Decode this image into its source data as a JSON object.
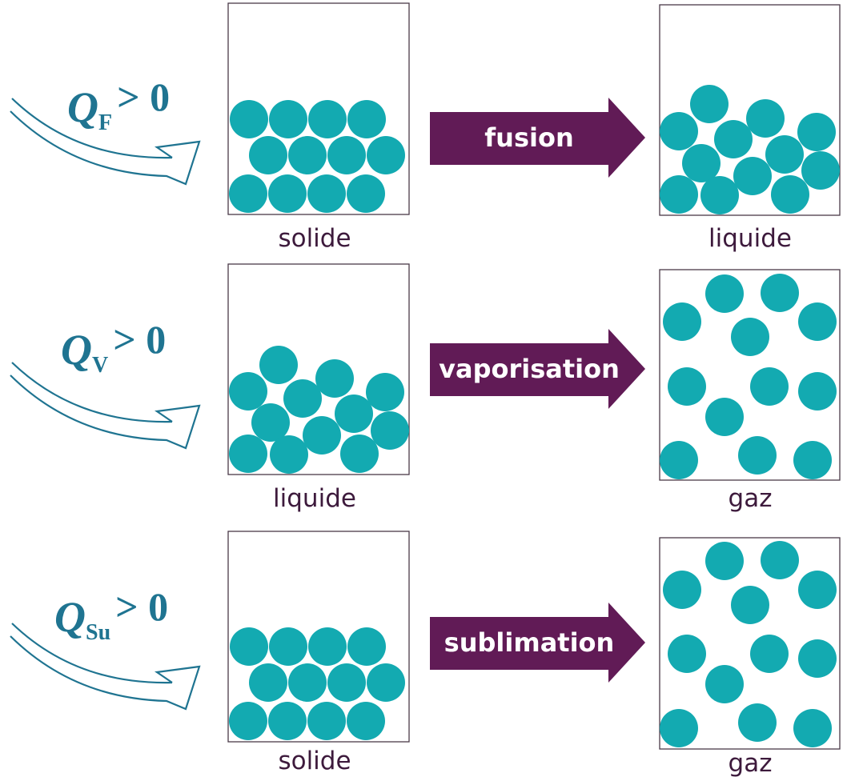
{
  "rows": [
    {
      "heat": {
        "symbol": "Q",
        "subscript": "F",
        "relation": "> 0"
      },
      "process": "fusion",
      "initial_state": "solide",
      "final_state": "liquide"
    },
    {
      "heat": {
        "symbol": "Q",
        "subscript": "V",
        "relation": "> 0"
      },
      "process": "vaporisation",
      "initial_state": "liquide",
      "final_state": "gaz"
    },
    {
      "heat": {
        "symbol": "Q",
        "subscript": "Su",
        "relation": "> 0"
      },
      "process": "sublimation",
      "initial_state": "solide",
      "final_state": "gaz"
    }
  ],
  "colors": {
    "particle": "#13aab1",
    "heat_arrow": "#1f7491",
    "process_arrow": "#611b56",
    "caption_text": "#3d1a3c"
  }
}
